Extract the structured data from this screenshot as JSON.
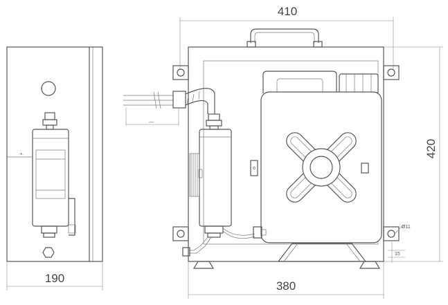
{
  "dimensions": {
    "top_width": "410",
    "height": "420",
    "bottom_width": "380",
    "side_width": "190"
  },
  "annotations": {
    "hole_diameter": "Ø11",
    "foot_height": "15"
  }
}
